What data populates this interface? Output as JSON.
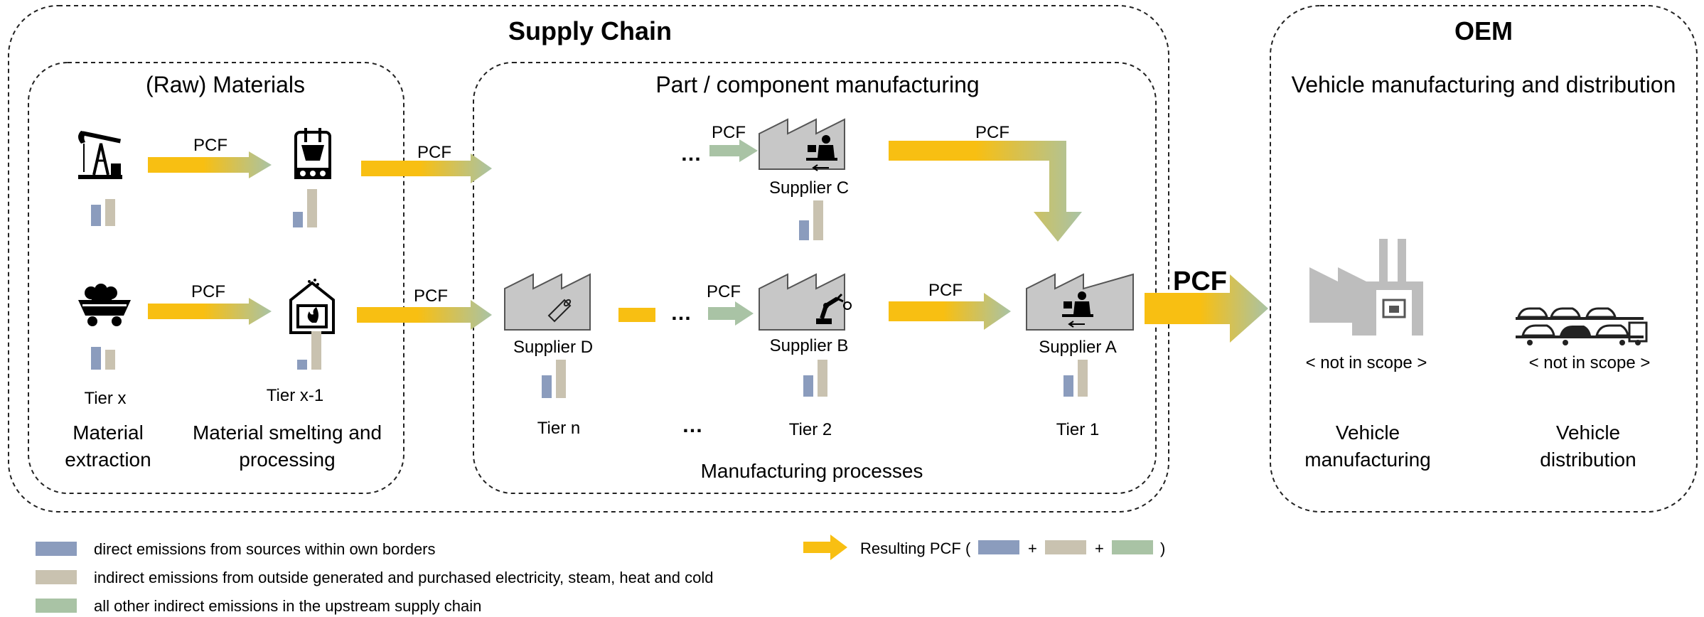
{
  "titles": {
    "supply_chain": "Supply Chain",
    "oem": "OEM",
    "raw_materials": "(Raw) Materials",
    "part_manufacturing": "Part / component manufacturing",
    "vehicle_manufacturing_distribution": "Vehicle manufacturing and distribution",
    "manufacturing_processes": "Manufacturing processes"
  },
  "pcf_label": "PCF",
  "pcf_big_label": "PCF",
  "ellipsis": "…",
  "tiers": {
    "tier_x": "Tier x",
    "tier_x_1": "Tier x-1",
    "tier_n": "Tier n",
    "tier_2": "Tier 2",
    "tier_1": "Tier 1",
    "tier_dots": "…"
  },
  "steps": {
    "material_extraction_1": "Material",
    "material_extraction_2": "extraction",
    "material_smelting_1": "Material smelting and",
    "material_smelting_2": "processing",
    "vehicle_manufacturing_1": "Vehicle",
    "vehicle_manufacturing_2": "manufacturing",
    "vehicle_distribution_1": "Vehicle",
    "vehicle_distribution_2": "distribution"
  },
  "suppliers": {
    "a": "Supplier A",
    "b": "Supplier B",
    "c": "Supplier C",
    "d": "Supplier D"
  },
  "not_in_scope": "< not in scope >",
  "legend": {
    "direct": "direct emissions from sources within own borders",
    "indirect_energy": "indirect emissions from outside generated and purchased electricity, steam, heat and cold",
    "other_indirect": "all other indirect emissions in the upstream supply chain",
    "resulting_pcf": "Resulting PCF (",
    "plus": "+",
    "close_paren": ")"
  },
  "colors": {
    "direct": "#8b9cbd",
    "indirect_energy": "#c9c2b0",
    "other_indirect": "#a9c3a5",
    "arrow_yellow": "#f8bf12",
    "factory_gray": "#c7c7c7",
    "factory_stroke": "#555555"
  },
  "icons": [
    "oil-pump-icon",
    "smelter-icon",
    "coal-cart-icon",
    "furnace-icon",
    "factory-icon",
    "worker-icon",
    "robot-arm-icon",
    "pipe-icon",
    "oem-factory-icon",
    "car-carrier-icon"
  ]
}
